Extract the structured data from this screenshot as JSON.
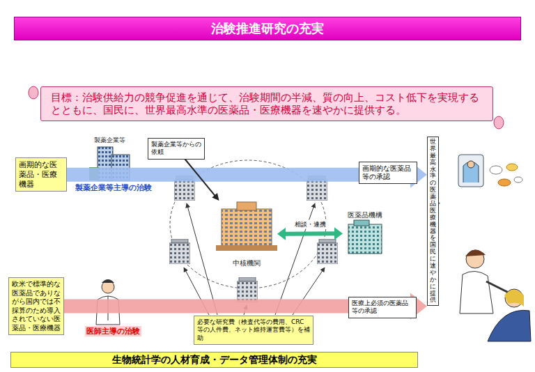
{
  "diagram": {
    "title": "治験推進研究の充実",
    "nodes": [
      {
        "text": [
          "治験推進研究の充実"
        ]
      },
      {
        "text": [
          "目標：治験供給力の競争促進を通じて、治験期間の半減、質の向上、コスト低下を実現するとともに、国民に、世界最高水準の医薬品・医療機器を速やかに提供する。"
        ]
      },
      {
        "text": [
          "画期的な医薬品・医療機器"
        ]
      },
      {
        "text": [
          "製薬企業等"
        ]
      },
      {
        "text": [
          "製薬企業等からの依頼"
        ]
      },
      {
        "text": [
          "画期的な医薬品等の承認"
        ]
      },
      {
        "text": [
          "世界最高水準の医薬品・医療機器を国民に速やかに提供"
        ]
      },
      {
        "text": [
          "医薬品機構"
        ]
      },
      {
        "text": [
          "中核機関"
        ]
      },
      {
        "text": [
          "欧米で標準的な医薬品でありながら国内では不採算のため導入されていない医薬品・医療機器"
        ]
      },
      {
        "text": [
          "必要な研究費（検査代等の費用、CRC等の人件費、ネット維持運営費等）を補助"
        ]
      },
      {
        "text": [
          "医療上必須の医薬品等の承認"
        ]
      },
      {
        "text": [
          "生物統計学の人材育成・データ管理体制の充実"
        ]
      }
    ],
    "edges": [
      {
        "from": 2,
        "to": 6,
        "arrow": "to"
      },
      {
        "from": 4,
        "to": 8,
        "arrow": "to"
      },
      {
        "from": 8,
        "to": 7,
        "label": "相談・連携",
        "arrow": "both"
      },
      {
        "from": 9,
        "to": 6,
        "arrow": "to"
      }
    ],
    "labels": [
      "製薬企業等主導の治験",
      "医師主導の治験"
    ]
  }
}
